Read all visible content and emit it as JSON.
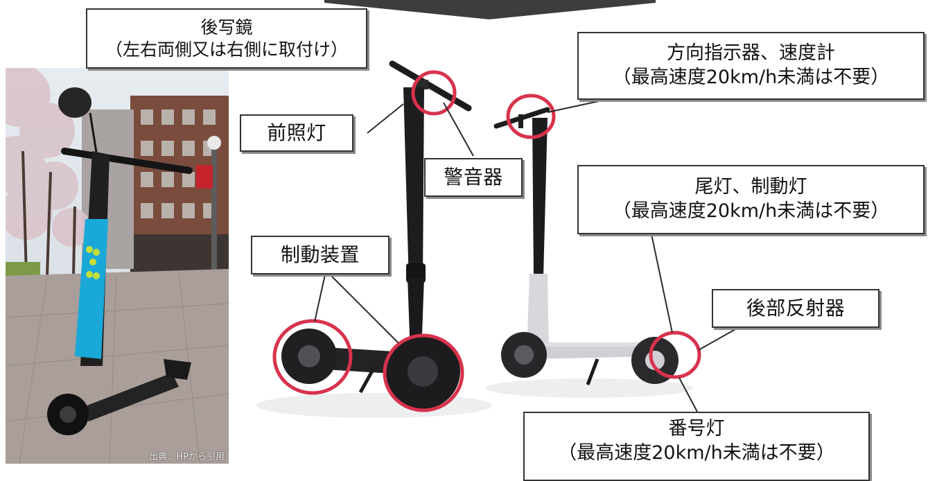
{
  "labels": {
    "mirror": [
      "後写鏡",
      "（左右両側又は右側に取付け）"
    ],
    "headlight": "前照灯",
    "horn": "警音器",
    "brake": "制動装置",
    "turn_signal": [
      "方向指示器、速度計",
      "（最高速度20km/h未満は不要）"
    ],
    "tail_light": [
      "尾灯、制動灯",
      "（最高速度20km/h未満は不要）"
    ],
    "reflector": "後部反射器",
    "plate_light": [
      "番号灯",
      "（最高速度20km/h未満は不要）"
    ]
  },
  "photo_credit": "出典：HPから引用",
  "colors": {
    "highlight_circle": "#d8324c",
    "banner": "#3d3d3d",
    "leader_line": "#2b2b2b",
    "scooter_dark": "#1d1d1f",
    "scooter_light": "#d8d8dc",
    "shared_scooter_stem": "#1ab2e0"
  }
}
